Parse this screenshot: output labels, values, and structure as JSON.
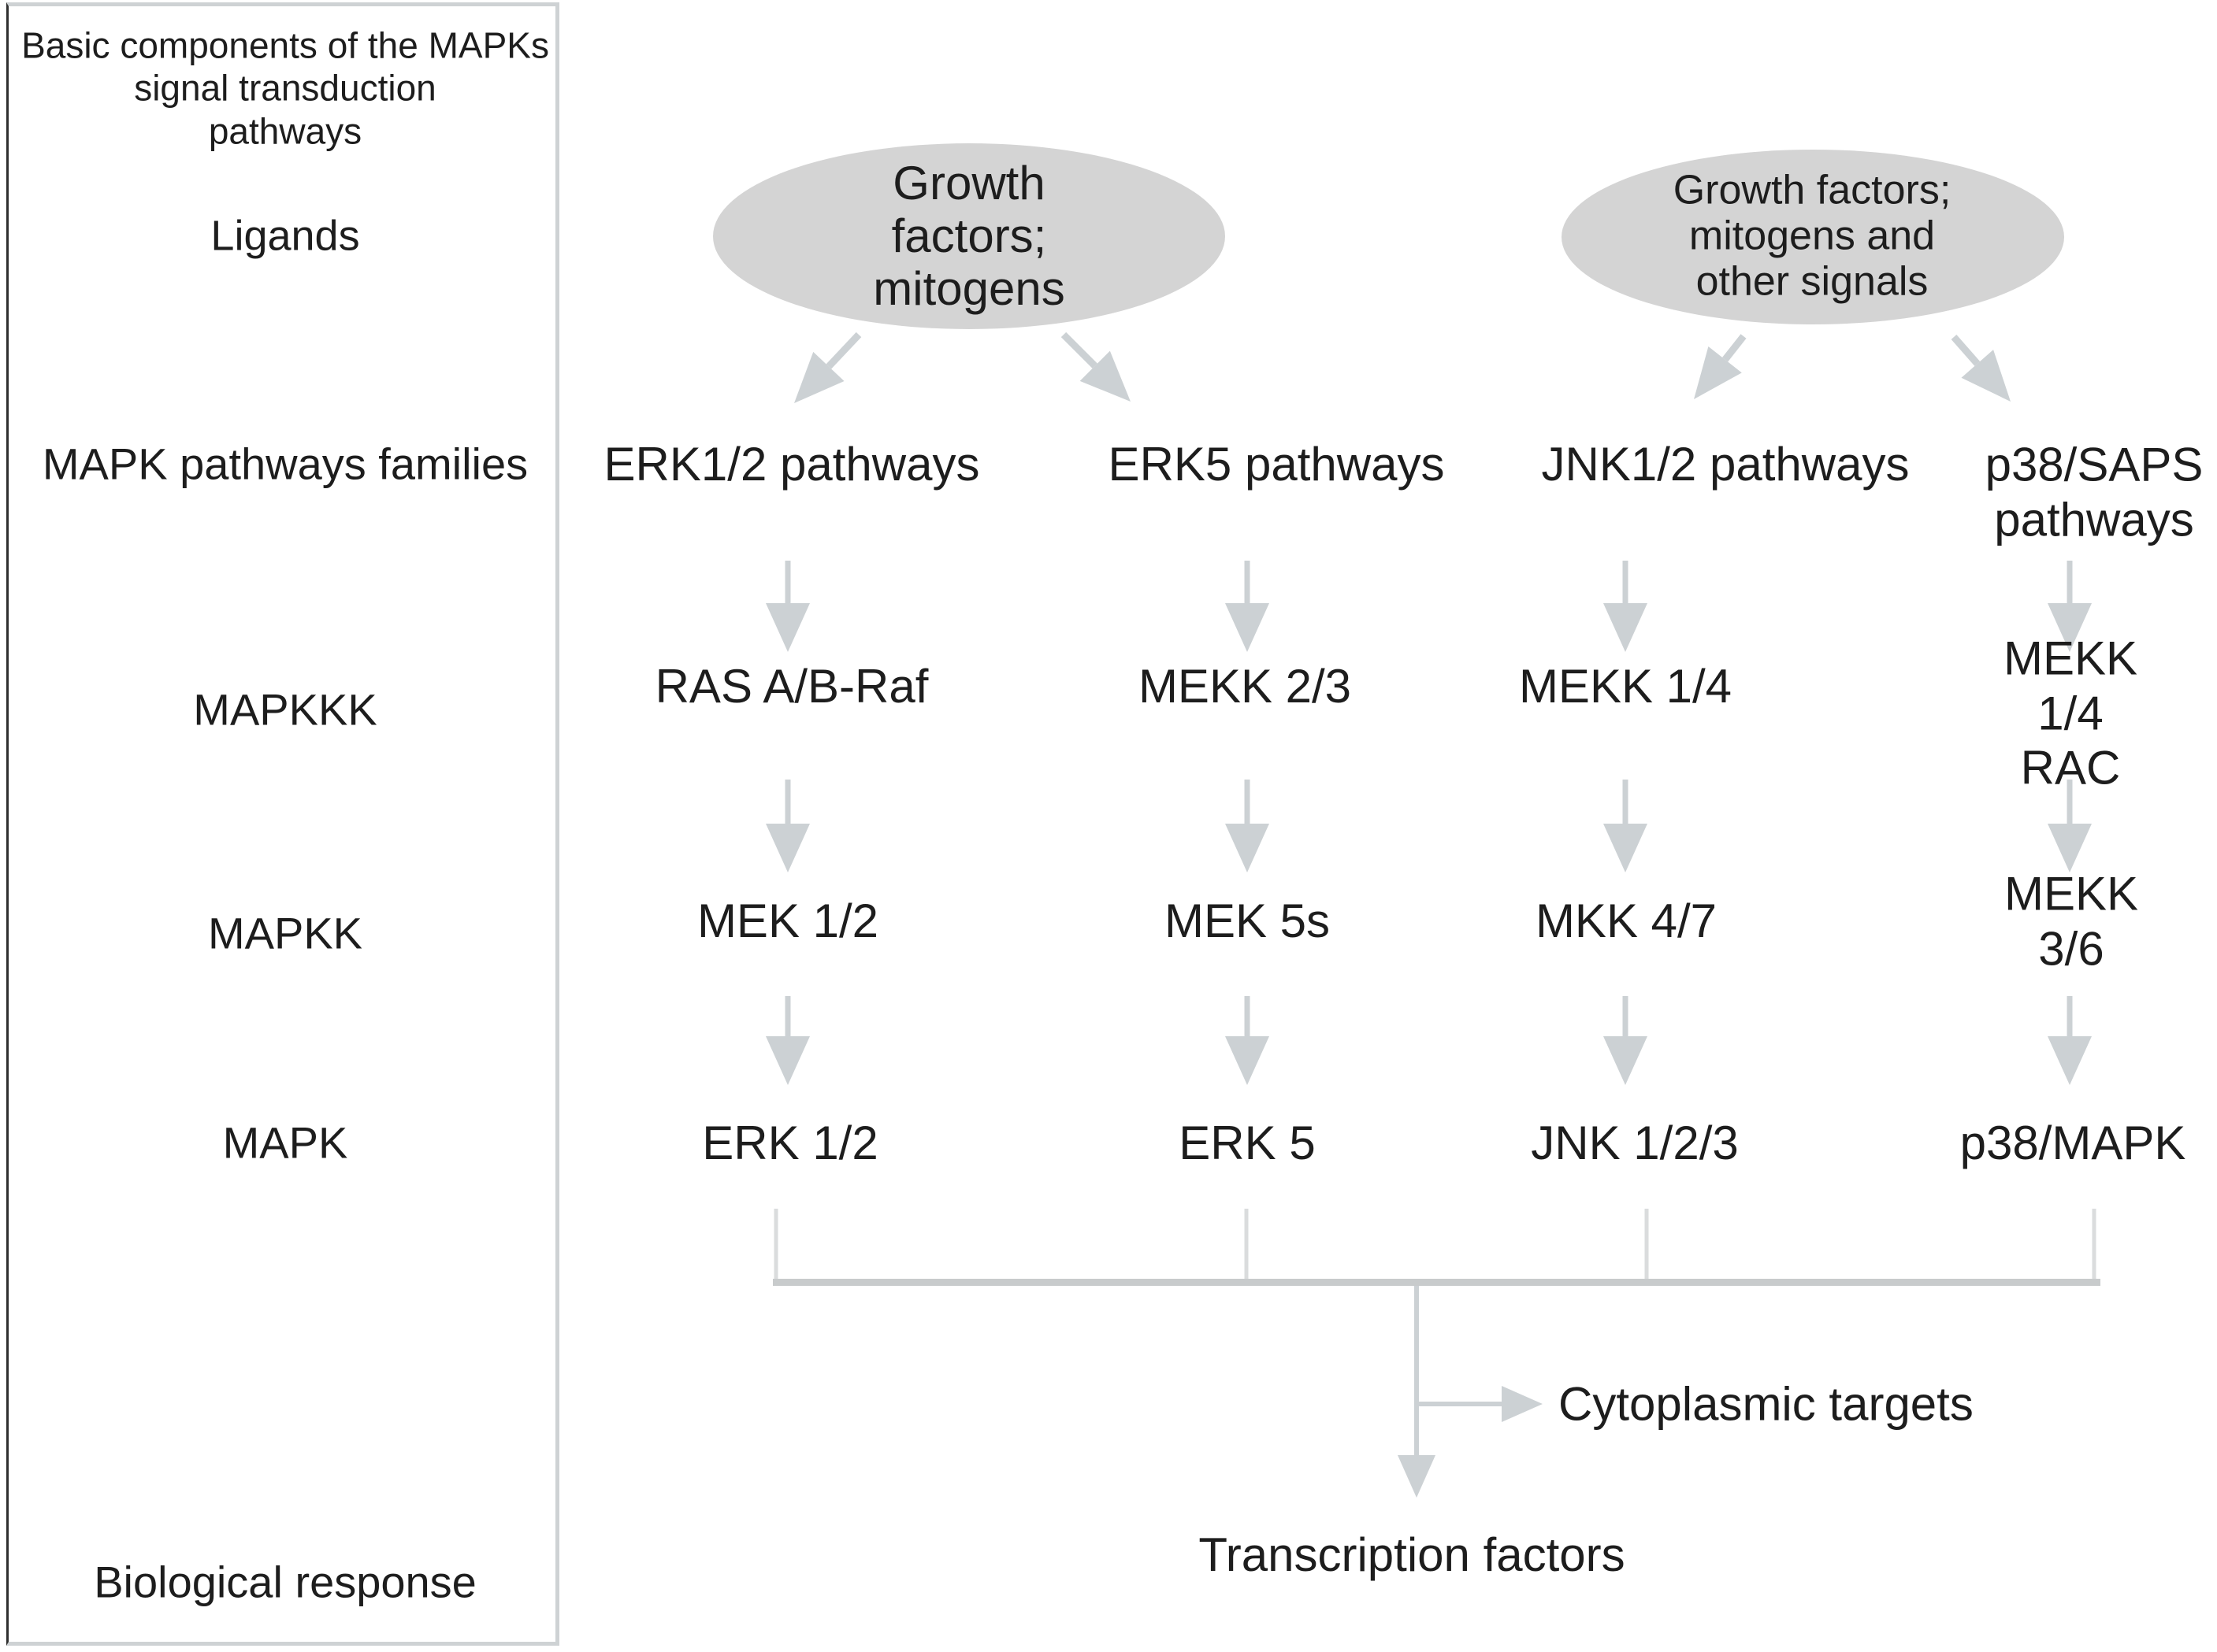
{
  "colors": {
    "background": "#ffffff",
    "text": "#1d1d1d",
    "ellipse_fill": "#d4d4d4",
    "arrow_gray": "#ccd1d4",
    "line_gray": "#dadcdd",
    "collector_gray": "#c8cbcc",
    "box_border": "#ced2d4",
    "box_border_left": "#2f2f2f"
  },
  "sidebar": {
    "title": "Basic components of the MAPKs\nsignal transduction\npathways",
    "ligands_label": "Ligands",
    "families_label": "MAPK pathways families",
    "mapkkk_label": "MAPKKK",
    "mapkk_label": "MAPKK",
    "mapk_label": "MAPK",
    "response_label": "Biological response"
  },
  "ligand_ellipses": [
    {
      "text": "Growth\nfactors;\nmitogens"
    },
    {
      "text": "Growth factors;\nmitogens and\nother signals"
    }
  ],
  "columns": [
    {
      "title": "ERK1/2 pathways",
      "mapkkk": "RAS A/B-Raf",
      "mapkk": "MEK 1/2",
      "mapk": "ERK 1/2"
    },
    {
      "title": "ERK5 pathways",
      "mapkkk": "MEKK 2/3",
      "mapkk": "MEK 5s",
      "mapk": "ERK 5"
    },
    {
      "title": "JNK1/2 pathways",
      "mapkkk": "MEKK 1/4",
      "mapkk": "MKK 4/7",
      "mapk": "JNK 1/2/3"
    },
    {
      "title": "p38/SAPS\npathways",
      "mapkkk": "MEKK 1/4\nRAC",
      "mapkk": "MEKK 3/6",
      "mapk": "p38/MAPK"
    }
  ],
  "outputs": {
    "cytoplasmic_label": "Cytoplasmic targets",
    "transcription_label": "Transcription factors"
  }
}
